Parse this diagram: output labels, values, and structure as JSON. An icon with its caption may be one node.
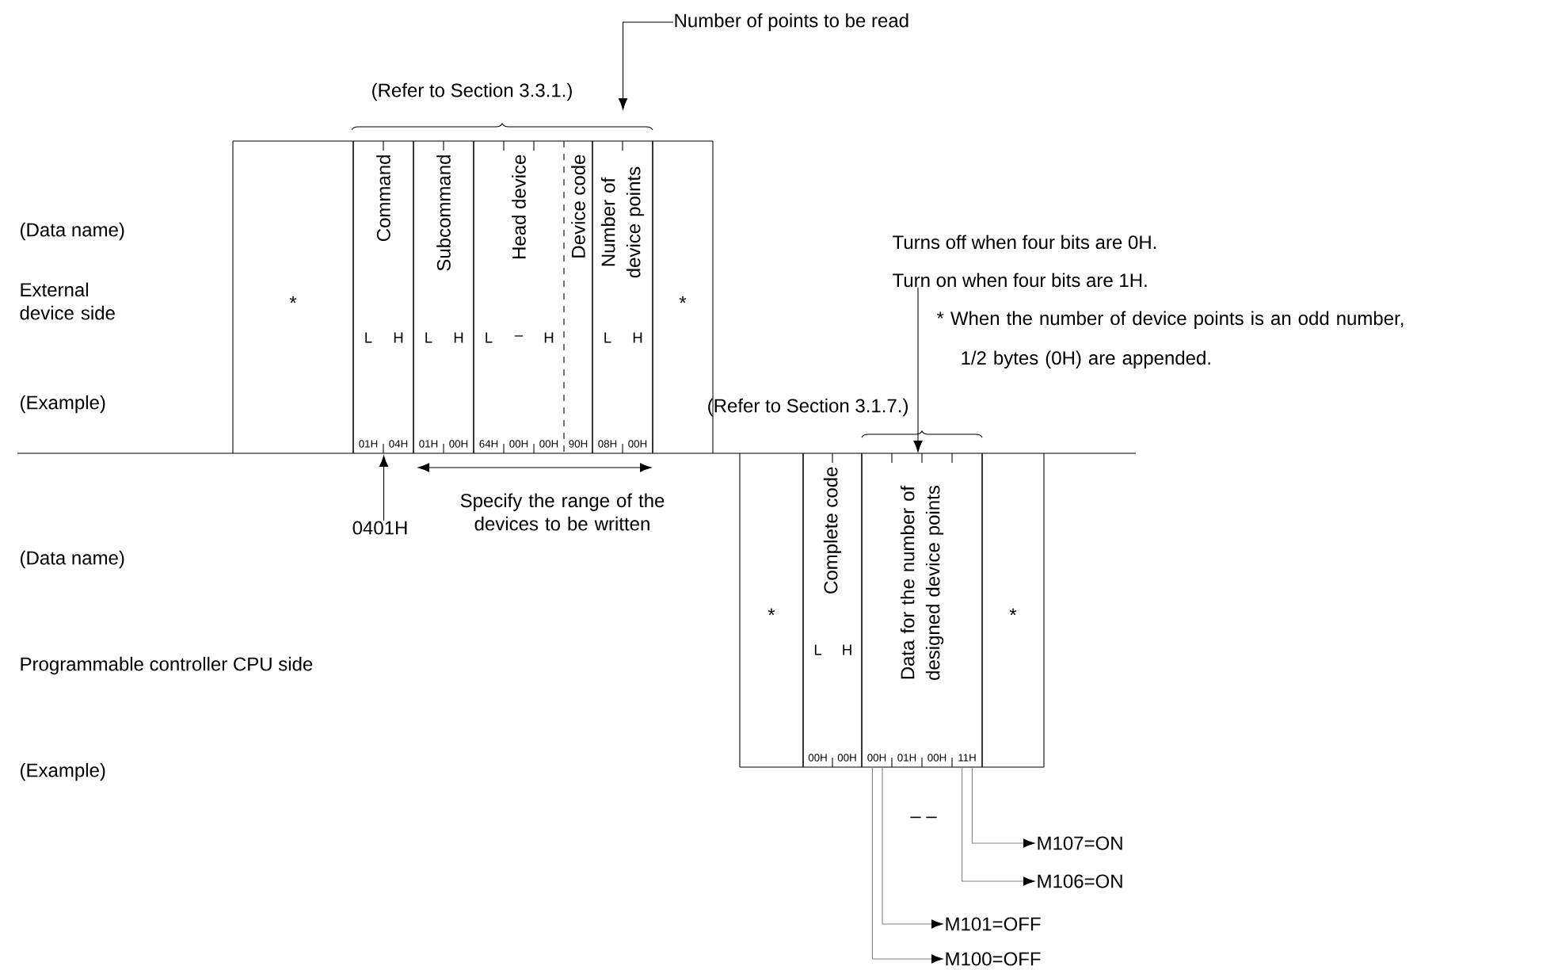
{
  "diagram": {
    "nodes": [
      {
        "text": [
          "Number of points to be read"
        ]
      },
      {
        "text": [
          "*"
        ]
      },
      {
        "text": [
          "Command",
          "L",
          "H",
          "01H",
          "04H"
        ]
      },
      {
        "text": [
          "Subcommand",
          "L",
          "H",
          "01H",
          "00H"
        ]
      },
      {
        "text": [
          "Head device",
          "L",
          "–",
          "H",
          "64H",
          "00H",
          "00H"
        ]
      },
      {
        "text": [
          "Device code",
          "90H"
        ]
      },
      {
        "text": [
          "Number of device points",
          "L",
          "H",
          "08H",
          "00H"
        ]
      },
      {
        "text": [
          "*"
        ]
      },
      {
        "text": [
          "0401H"
        ]
      },
      {
        "text": [
          "Turns off when four bits are 0H.",
          "Turn on when four bits are 1H."
        ]
      },
      {
        "text": [
          "*"
        ]
      },
      {
        "text": [
          "Complete code",
          "L",
          "H",
          "00H",
          "00H"
        ]
      },
      {
        "text": [
          "Data for the number of designed device points",
          "00H",
          "01H",
          "00H",
          "11H"
        ]
      },
      {
        "text": [
          "*"
        ]
      },
      {
        "text": [
          "M107=ON"
        ]
      },
      {
        "text": [
          "M106=ON"
        ]
      },
      {
        "text": [
          "M101=OFF"
        ]
      },
      {
        "text": [
          "M100=OFF"
        ]
      }
    ],
    "edges": [
      {
        "from": 0,
        "to": 6,
        "arrow": "to",
        "color": "#000000"
      },
      {
        "from": 8,
        "to": 2,
        "arrow": "to",
        "color": "#000000"
      },
      {
        "from": 9,
        "to": 12,
        "arrow": "to",
        "color": "#000000"
      },
      {
        "from": 12,
        "to": 14,
        "arrow": "to"
      },
      {
        "from": 12,
        "to": 15,
        "arrow": "to"
      },
      {
        "from": 12,
        "to": 16,
        "arrow": "to"
      },
      {
        "from": 12,
        "to": 17,
        "arrow": "to"
      }
    ],
    "labels": [
      "(Refer to Section 3.3.1.)",
      "(Data name)",
      "External device side",
      "* When the number of device points is an odd number, 1/2 bytes (0H) are appended.",
      "(Example)",
      "(Refer to Section 3.1.7.)",
      "Specify the range of the devices to be written",
      "(Data name)",
      "Programmable controller CPU side",
      "(Example)",
      "– –"
    ]
  }
}
